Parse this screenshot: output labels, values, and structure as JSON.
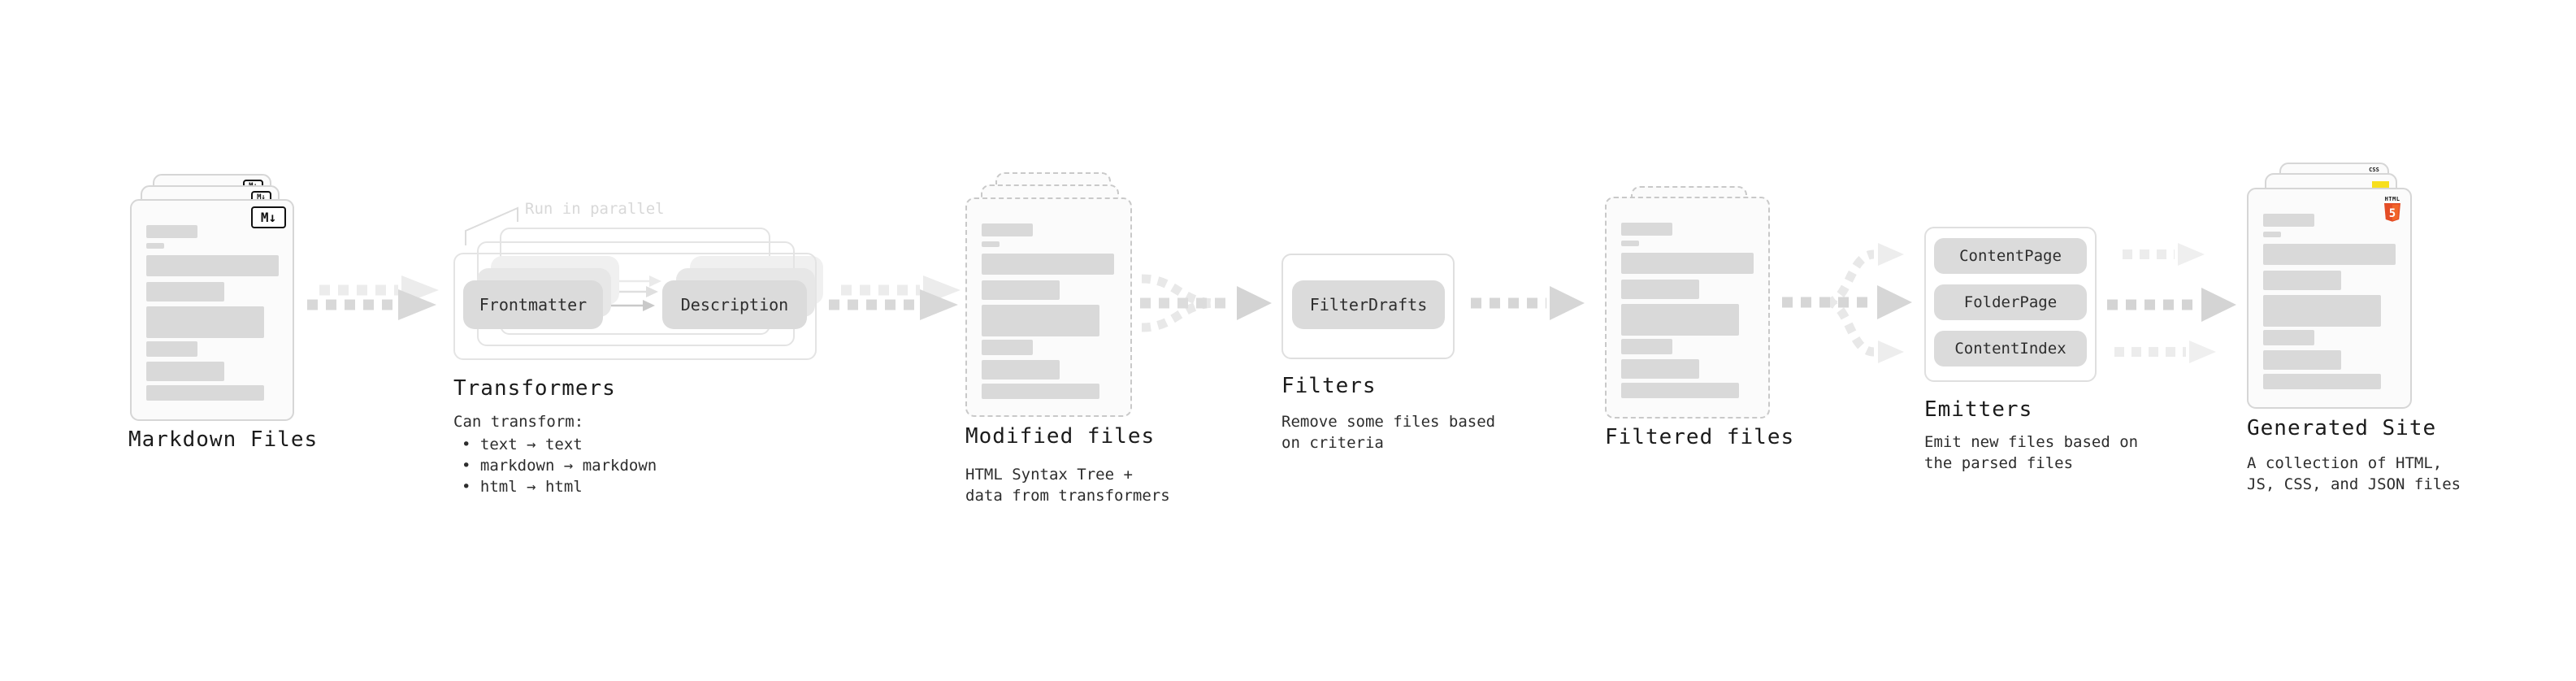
{
  "diagram": {
    "title_implicit": "Static site generation pipeline",
    "colors": {
      "accent_html5": "#e44d26",
      "accent_html5_light": "#f16529",
      "accent_js": "#f7df1e",
      "accent_css": "#2965f1",
      "card_border": "#d6d6d6",
      "placeholder_bar": "#d9d9d9",
      "arrow_dark": "#d4d4d4",
      "arrow_light": "#ececec"
    },
    "nodes": {
      "markdown_files": {
        "label": "Markdown Files",
        "badge": "M↓"
      },
      "transformers": {
        "label": "Transformers",
        "callout": "Run in parallel",
        "pills": [
          "Frontmatter",
          "Description"
        ],
        "intro": "Can transform:",
        "bullets": [
          "• text → text",
          "• markdown → markdown",
          "• html → html"
        ]
      },
      "modified_files": {
        "label": "Modified files",
        "description": [
          "HTML Syntax Tree +",
          "data from transformers"
        ]
      },
      "filters": {
        "label": "Filters",
        "pill": "FilterDrafts",
        "description": [
          "Remove some files based",
          "on criteria"
        ]
      },
      "filtered_files": {
        "label": "Filtered files"
      },
      "emitters": {
        "label": "Emitters",
        "pills": [
          "ContentPage",
          "FolderPage",
          "ContentIndex"
        ],
        "description": [
          "Emit new files based on",
          "the parsed files"
        ]
      },
      "generated_site": {
        "label": "Generated Site",
        "description": [
          "A collection of HTML,",
          "JS, CSS, and JSON files"
        ],
        "badge_html_text": "HTML",
        "badge_html_number": "5",
        "badge_css_text": "CSS"
      }
    }
  }
}
